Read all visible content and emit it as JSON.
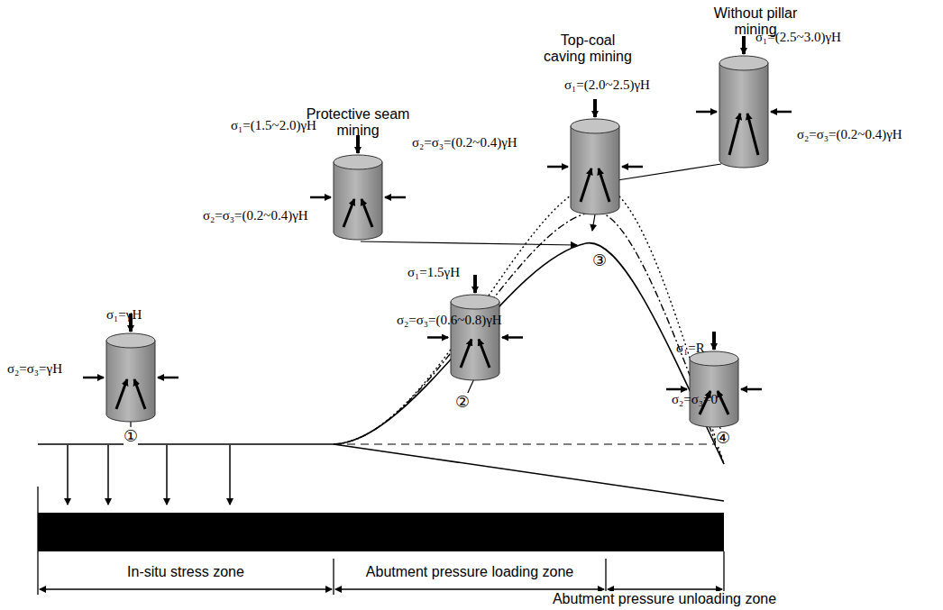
{
  "diagram": {
    "labels": [
      "Protective seam mining",
      "Top-coal caving mining",
      "Without pillar mining",
      "σ₁=(1.5~2.0)γH",
      "σ₂=σ₃=(0.2~0.4)γH",
      "σ₁=(2.0~2.5)γH",
      "σ₂=σ₃=(0.2~0.4)γH",
      "σ₁=(2.5~3.0)γH",
      "σ₂=σ₃=(0.2~0.4)γH",
      "σ₁=γH",
      "σ₂=σ₃=γH",
      "σ₁=1.5γH",
      "σ₂=σ₃=(0.6~0.8)γH",
      "σ₁=R",
      "σ₂=σ₃=0",
      "①",
      "②",
      "③",
      "④",
      "In-situ stress zone",
      "Abutment pressure loading zone",
      "Abutment pressure unloading zone"
    ]
  }
}
